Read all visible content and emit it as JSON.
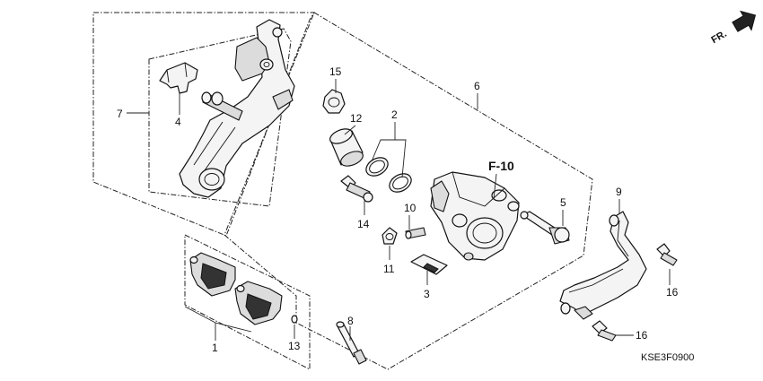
{
  "diagram": {
    "callouts": {
      "c1": "1",
      "c2": "2",
      "c3": "3",
      "c4": "4",
      "c5": "5",
      "c6": "6",
      "c7": "7",
      "c8": "8",
      "c9": "9",
      "c10": "10",
      "c11": "11",
      "c12": "12",
      "c13": "13",
      "c14": "14",
      "c15": "15",
      "c16a": "16",
      "c16b": "16"
    },
    "reference_label": "F-10",
    "direction_label": "FR.",
    "diagram_code": "KSE3F0900"
  }
}
